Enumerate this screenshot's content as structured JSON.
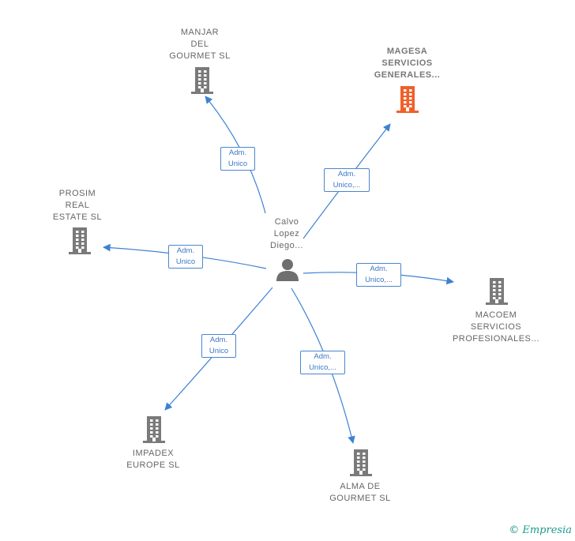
{
  "center": {
    "label": "Calvo\nLopez\nDiego..."
  },
  "companies": [
    {
      "id": "manjar",
      "label": "MANJAR\nDEL\nGOURMET  SL",
      "highlight": false,
      "relation": "Adm.\nUnico"
    },
    {
      "id": "magesa",
      "label": "MAGESA\nSERVICIOS\nGENERALES...",
      "highlight": true,
      "relation": "Adm.\nUnico,..."
    },
    {
      "id": "prosim",
      "label": "PROSIM\nREAL\nESTATE  SL",
      "highlight": false,
      "relation": "Adm.\nUnico"
    },
    {
      "id": "macoem",
      "label": "MACOEM\nSERVICIOS\nPROFESIONALES...",
      "highlight": false,
      "relation": "Adm.\nUnico,..."
    },
    {
      "id": "impadex",
      "label": "IMPADEX\nEUROPE  SL",
      "highlight": false,
      "relation": "Adm.\nUnico"
    },
    {
      "id": "alma",
      "label": "ALMA DE\nGOURMET  SL",
      "highlight": false,
      "relation": "Adm.\nUnico,..."
    }
  ],
  "colors": {
    "edge": "#3d82d3",
    "building": "#7a7a7a",
    "highlight": "#f0602a",
    "person": "#6f6f6f"
  },
  "copyright": {
    "symbol": "©",
    "brand": "Empresia"
  }
}
